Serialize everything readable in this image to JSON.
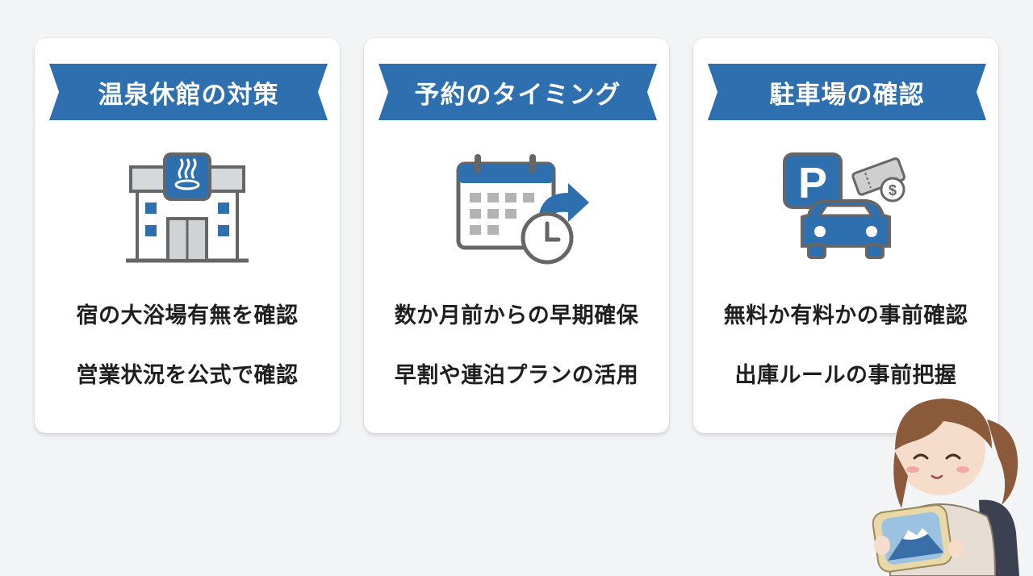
{
  "cards": [
    {
      "title": "温泉休館の対策",
      "icon": "onsen-building-icon",
      "lines": [
        "宿の大浴場有無を確認",
        "営業状況を公式で確認"
      ]
    },
    {
      "title": "予約のタイミング",
      "icon": "calendar-clock-icon",
      "lines": [
        "数か月前からの早期確保",
        "早割や連泊プランの活用"
      ]
    },
    {
      "title": "駐車場の確認",
      "icon": "parking-car-icon",
      "lines": [
        "無料か有料かの事前確認",
        "出庫ルールの事前把握"
      ]
    }
  ],
  "colors": {
    "accent": "#2e6fb0",
    "icon_gray": "#666666",
    "background": "#f2f4f6"
  },
  "mascot": "girl-holding-fuji-pillow-illustration"
}
